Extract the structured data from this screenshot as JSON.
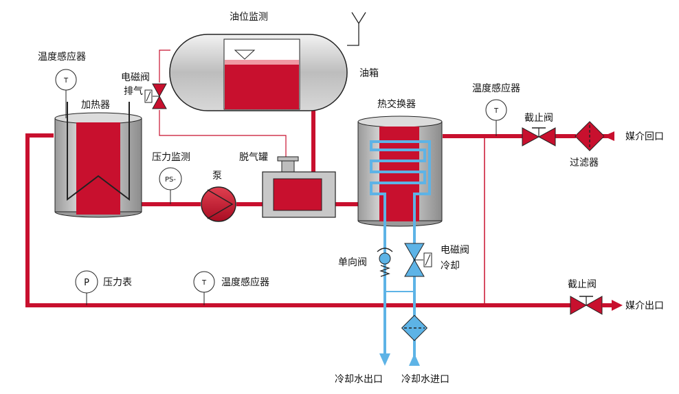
{
  "labels": {
    "oil_level_monitor": "油位监测",
    "oil_tank": "油箱",
    "temp_sensor": "温度感应器",
    "solenoid_vent_line1": "电磁阀",
    "solenoid_vent_line2": "排气",
    "heater": "加热器",
    "pressure_monitor": "压力监测",
    "pressure_switch": "PS-",
    "pump": "泵",
    "degassing_tank": "脱气罐",
    "heat_exchanger": "热交换器",
    "temp_sensor_right": "温度感应器",
    "temp_sensor_mark": "T",
    "stop_valve_top": "截止阀",
    "media_return": "媒介回口",
    "filter": "过滤器",
    "check_valve": "单向阀",
    "solenoid_cool_line1": "电磁阀",
    "solenoid_cool_line2": "冷却",
    "pressure_gauge": "压力表",
    "pressure_gauge_mark": "P",
    "temp_sensor_bottom": "温度感应器",
    "stop_valve_bottom": "截止阀",
    "media_outlet": "媒介出口",
    "cooling_water_outlet": "冷却水出口",
    "cooling_water_inlet": "冷却水进口"
  },
  "colors": {
    "medium_red": "#c8102e",
    "coolant_blue": "#5db3e6",
    "vessel_gray": "#c8c8c8",
    "outline": "#222222"
  }
}
